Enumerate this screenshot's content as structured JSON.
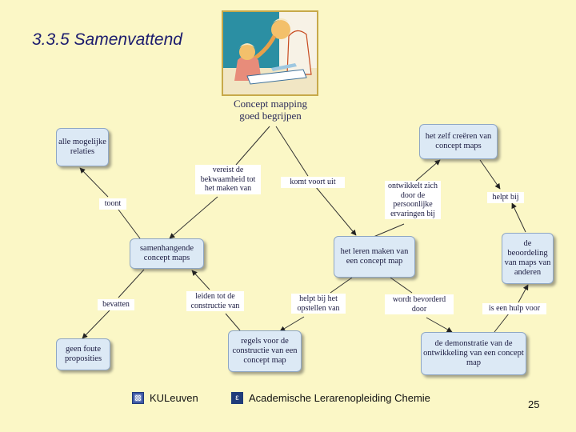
{
  "slide": {
    "title": "3.3.5 Samenvattend",
    "page_number": "25"
  },
  "central_concept": {
    "line1": "Concept mapping",
    "line2": "goed begrijpen"
  },
  "nodes": {
    "alle_relaties": "alle mogelijke relaties",
    "samenhangende": "samenhangende concept maps",
    "geen_foute": "geen foute proposities",
    "het_leren": "het leren maken van een concept map",
    "regels": "regels voor de constructie van een concept map",
    "demonstratie": "de demonstratie van de ontwikkeling van een concept map",
    "zelf_creeren": "het zelf creëren van concept maps",
    "beoordeling": "de beoordeling van maps van anderen"
  },
  "links": {
    "vereist": "vereist de bekwaamheid tot het maken van",
    "komt_voort": "komt voort uit",
    "toont": "toont",
    "ontwikkelt": "ontwikkelt zich door de persoonlijke ervaringen bij",
    "helpt_bij": "helpt bij",
    "leiden_tot": "leiden tot de constructie van",
    "bevatten": "bevatten",
    "helpt_bij_opstellen": "helpt bij het opstellen van",
    "wordt_bevorderd": "wordt bevorderd door",
    "is_een_hulp": "is een hulp voor"
  },
  "footer": {
    "university": "KULeuven",
    "program": "Academische Lerarenopleiding Chemie"
  },
  "colors": {
    "background": "#fbf7c6",
    "node_fill": "#dce9f5",
    "node_border": "#8fa7c4",
    "title_color": "#1c1c6e"
  }
}
